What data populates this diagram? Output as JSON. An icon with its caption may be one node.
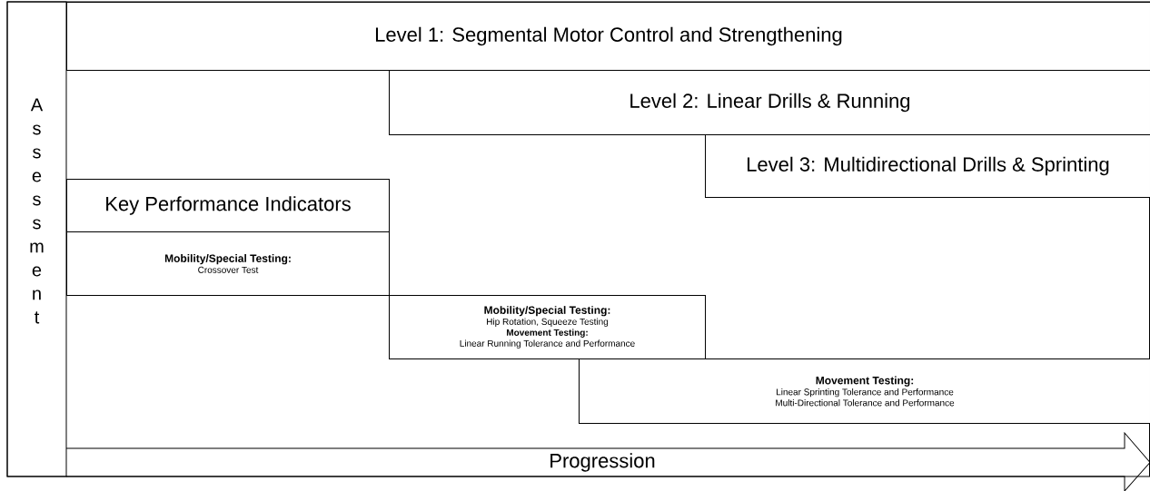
{
  "diagram": {
    "nodes": [
      {
        "text": [
          "Assessment"
        ]
      },
      {
        "text": [
          "Level 1: Segmental Motor Control and Strengthening"
        ]
      },
      {
        "text": [
          "Level 2: Linear Drills & Running"
        ]
      },
      {
        "text": [
          "Level 3: Multidirectional Drills & Sprinting"
        ]
      },
      {
        "text": [
          "Key Performance Indicators"
        ]
      },
      {
        "text": [
          "Mobility/Special Testing:",
          "Crossover Test"
        ]
      },
      {
        "text": [
          "Mobility/Special Testing:",
          "Hip Rotation, Squeeze Testing",
          "Movement Testing:",
          "Linear Running Tolerance and Performance"
        ]
      },
      {
        "text": [
          "Movement Testing:",
          "Linear Sprinting Tolerance and Performance",
          "Multi-Directional Tolerance and Performance"
        ]
      },
      {
        "text": [
          "Progression"
        ]
      }
    ]
  }
}
